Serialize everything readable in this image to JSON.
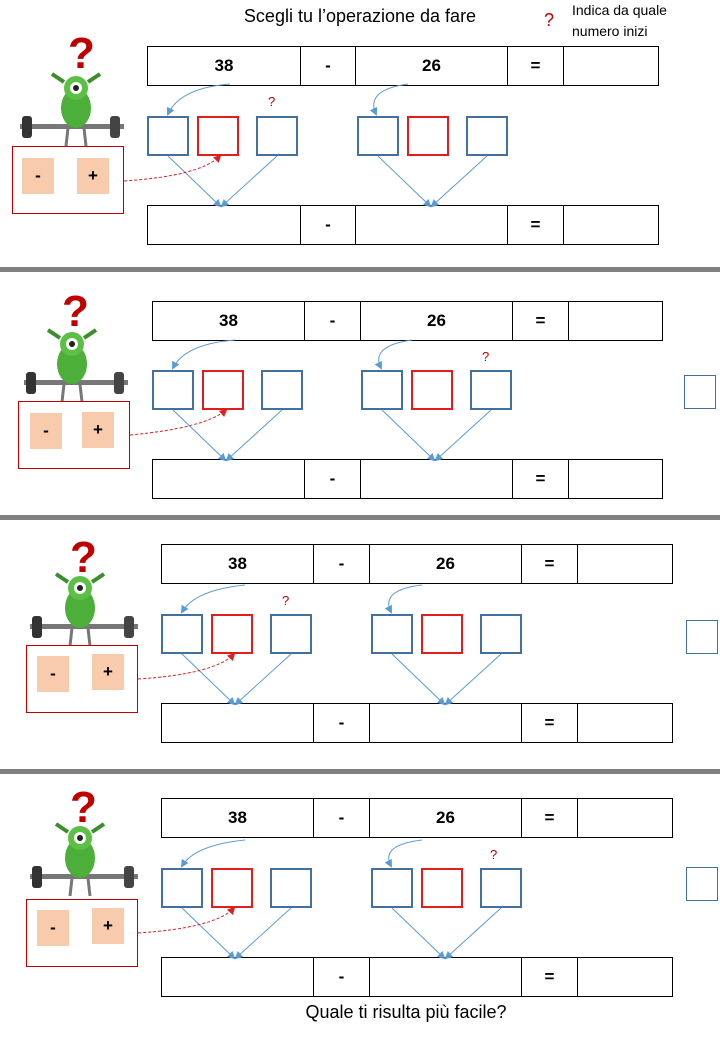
{
  "title": "Scegli tu l’operazione da fare",
  "hint": {
    "symbol": "?",
    "line1": "Indica da quale",
    "line2": "numero inizi"
  },
  "footer": "Quale ti risulta più facile?",
  "colors": {
    "blue_box": "#41719c",
    "red_box": "#e01e1e",
    "op_button": "#f8cbad",
    "divider": "#7f7f7f",
    "hint_red": "#c00000"
  },
  "exercises": [
    {
      "top": {
        "a": "38",
        "op": "-",
        "b": "26",
        "eq": "=",
        "result": ""
      },
      "operations": {
        "minus": "-",
        "plus": "+"
      },
      "question_mark": "?",
      "bottom": {
        "a": "",
        "op": "-",
        "b": "",
        "eq": "=",
        "result": ""
      }
    },
    {
      "top": {
        "a": "38",
        "op": "-",
        "b": "26",
        "eq": "=",
        "result": ""
      },
      "operations": {
        "minus": "-",
        "plus": "+"
      },
      "question_mark": "?",
      "bottom": {
        "a": "",
        "op": "-",
        "b": "",
        "eq": "=",
        "result": ""
      }
    },
    {
      "top": {
        "a": "38",
        "op": "-",
        "b": "26",
        "eq": "=",
        "result": ""
      },
      "operations": {
        "minus": "-",
        "plus": "+"
      },
      "question_mark": "?",
      "bottom": {
        "a": "",
        "op": "-",
        "b": "",
        "eq": "=",
        "result": ""
      }
    },
    {
      "top": {
        "a": "38",
        "op": "-",
        "b": "26",
        "eq": "=",
        "result": ""
      },
      "operations": {
        "minus": "-",
        "plus": "+"
      },
      "question_mark": "?",
      "bottom": {
        "a": "",
        "op": "-",
        "b": "",
        "eq": "=",
        "result": ""
      }
    }
  ]
}
